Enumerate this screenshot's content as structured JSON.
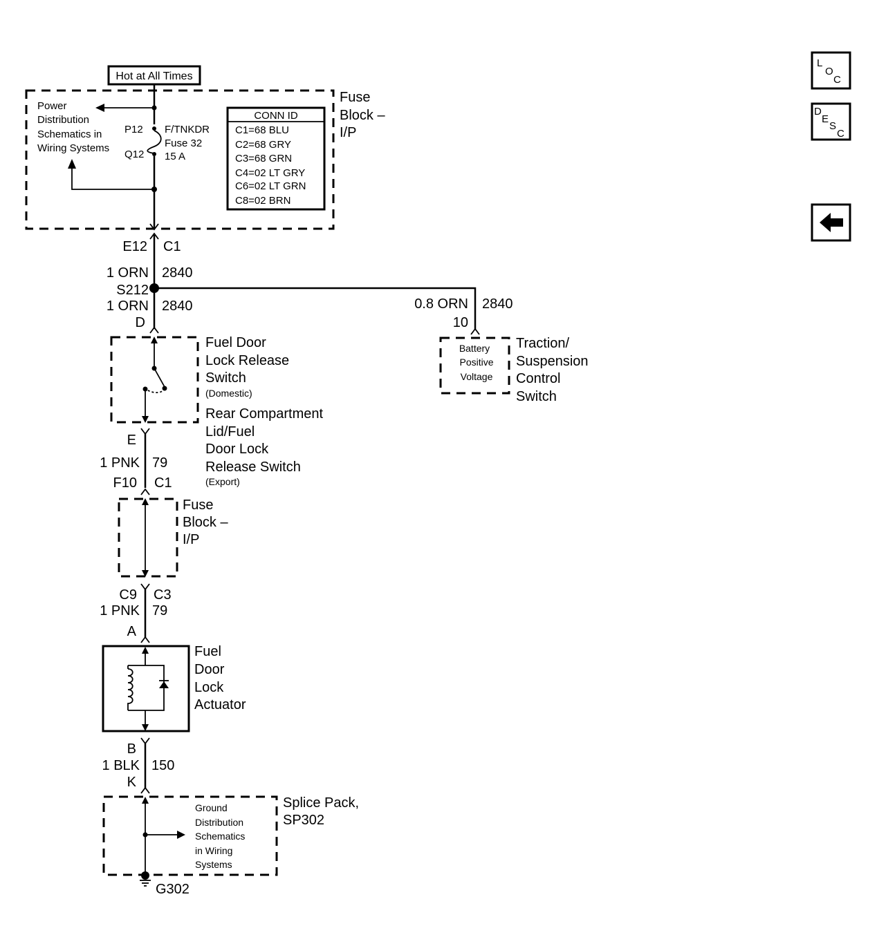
{
  "hot_label": "Hot at All Times",
  "fuse_block_top": {
    "label": [
      "Fuse",
      "Block –",
      "I/P"
    ]
  },
  "power_dist": [
    "Power",
    "Distribution",
    "Schematics in",
    "Wiring Systems"
  ],
  "fuse": {
    "pin_in": "P12",
    "pin_out": "Q12",
    "name": "F/TNKDR",
    "number": "Fuse 32",
    "rating": "15 A"
  },
  "conn_id": {
    "title": "CONN ID",
    "rows": [
      "C1=68 BLU",
      "C2=68 GRY",
      "C3=68 GRN",
      "C4=02 LT GRY",
      "C6=02 LT GRN",
      "C8=02 BRN"
    ]
  },
  "connectors": {
    "e12": "E12",
    "c1_top": "C1",
    "d": "D",
    "e": "E",
    "f10": "F10",
    "c1_mid": "C1",
    "c9": "C9",
    "c3": "C3",
    "a": "A",
    "b": "B",
    "k": "K",
    "pin10": "10"
  },
  "wires": {
    "top_gauge": "1 ORN",
    "top_circuit": "2840",
    "splice": "S212",
    "mid_gauge": "1 ORN",
    "mid_circuit": "2840",
    "branch_gauge": "0.8 ORN",
    "branch_circuit": "2840",
    "pnk1_gauge": "1 PNK",
    "pnk1_circuit": "79",
    "pnk2_gauge": "1 PNK",
    "pnk2_circuit": "79",
    "blk_gauge": "1 BLK",
    "blk_circuit": "150"
  },
  "switch": {
    "label": [
      "Fuel Door",
      "Lock Release",
      "Switch"
    ],
    "sub": "(Domestic)",
    "label2": [
      "Rear Compartment",
      "Lid/Fuel",
      "Door Lock",
      "Release Switch"
    ],
    "sub2": "(Export)"
  },
  "traction": {
    "inner": [
      "Battery",
      "Positive",
      "Voltage"
    ],
    "label": [
      "Traction/",
      "Suspension",
      "Control",
      "Switch"
    ]
  },
  "fuse_block_mid": {
    "label": [
      "Fuse",
      "Block –",
      "I/P"
    ]
  },
  "actuator": {
    "label": [
      "Fuel",
      "Door",
      "Lock",
      "Actuator"
    ]
  },
  "splice_pack": {
    "label": [
      "Splice Pack,",
      "SP302"
    ]
  },
  "ground_dist": [
    "Ground",
    "Distribution",
    "Schematics",
    "in Wiring",
    "Systems"
  ],
  "ground": "G302",
  "nav": {
    "loc": [
      "L",
      "O",
      "C"
    ],
    "desc": [
      "D",
      "E",
      "S",
      "C"
    ]
  }
}
